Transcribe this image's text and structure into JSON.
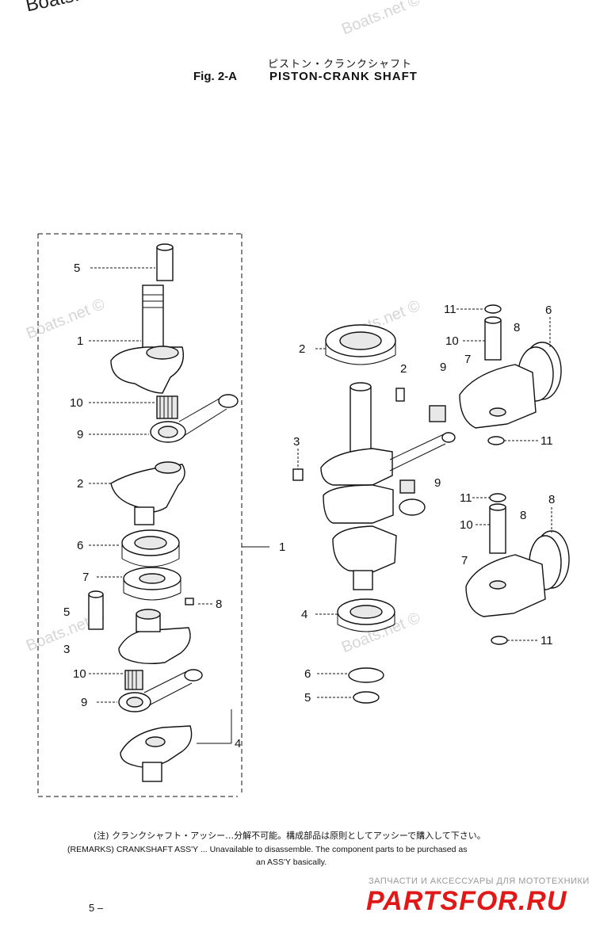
{
  "watermarks": {
    "top": "Boats.n",
    "repeat": "Boats.net ©"
  },
  "header": {
    "title_jp": "ピストン・クランクシャフト",
    "fig_number": "Fig. 2-A",
    "title": "PISTON-CRANK SHAFT"
  },
  "callouts": {
    "left": [
      "5",
      "1",
      "10",
      "9",
      "2",
      "6",
      "7",
      "5",
      "8",
      "3",
      "10",
      "9",
      "4",
      "1"
    ],
    "right": [
      "2",
      "2",
      "9",
      "3",
      "4",
      "6",
      "5",
      "11",
      "10",
      "8",
      "7",
      "6",
      "11",
      "9",
      "11",
      "10",
      "8",
      "8",
      "7",
      "11"
    ]
  },
  "remarks": {
    "jp": "(注) クランクシャフト・アッシー…分解不可能。構成部品は原則としてアッシーで購入して下さい。",
    "en": "(REMARKS) CRANKSHAFT ASS'Y ... Unavailable to disassemble. The component parts to be purchased as",
    "en2": "an ASS'Y basically."
  },
  "page_number": "5 –",
  "brand": {
    "tagline": "ЗАПЧАСТИ И АКСЕССУАРЫ ДЛЯ МОТОТЕХНИКИ",
    "logo": "PARTSFOR.RU",
    "color": "#e01818"
  }
}
